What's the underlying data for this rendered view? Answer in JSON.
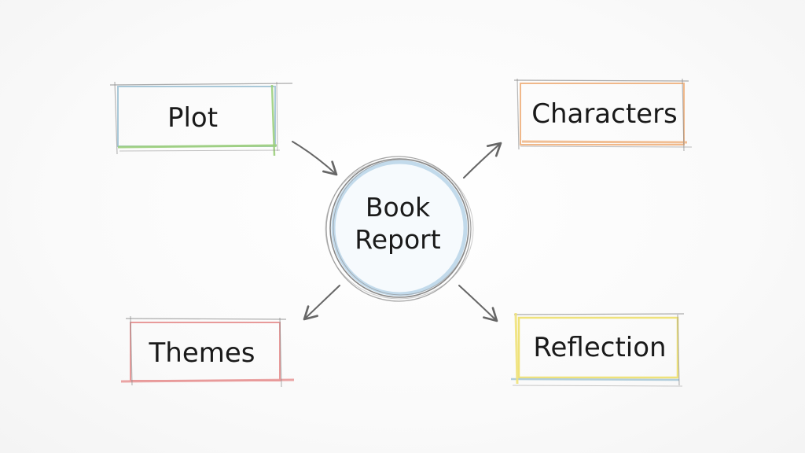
{
  "center": {
    "line1": "Book",
    "line2": "Report",
    "color": "#bcd7ea"
  },
  "nodes": {
    "plot": {
      "label": "Plot",
      "color": "#9ccf7c"
    },
    "characters": {
      "label": "Characters",
      "color": "#f0b88a"
    },
    "themes": {
      "label": "Themes",
      "color": "#e89a9a"
    },
    "reflection": {
      "label": "Reflection",
      "color": "#efe27a"
    }
  },
  "colors": {
    "ink": "#555555",
    "arrow": "#666666"
  }
}
